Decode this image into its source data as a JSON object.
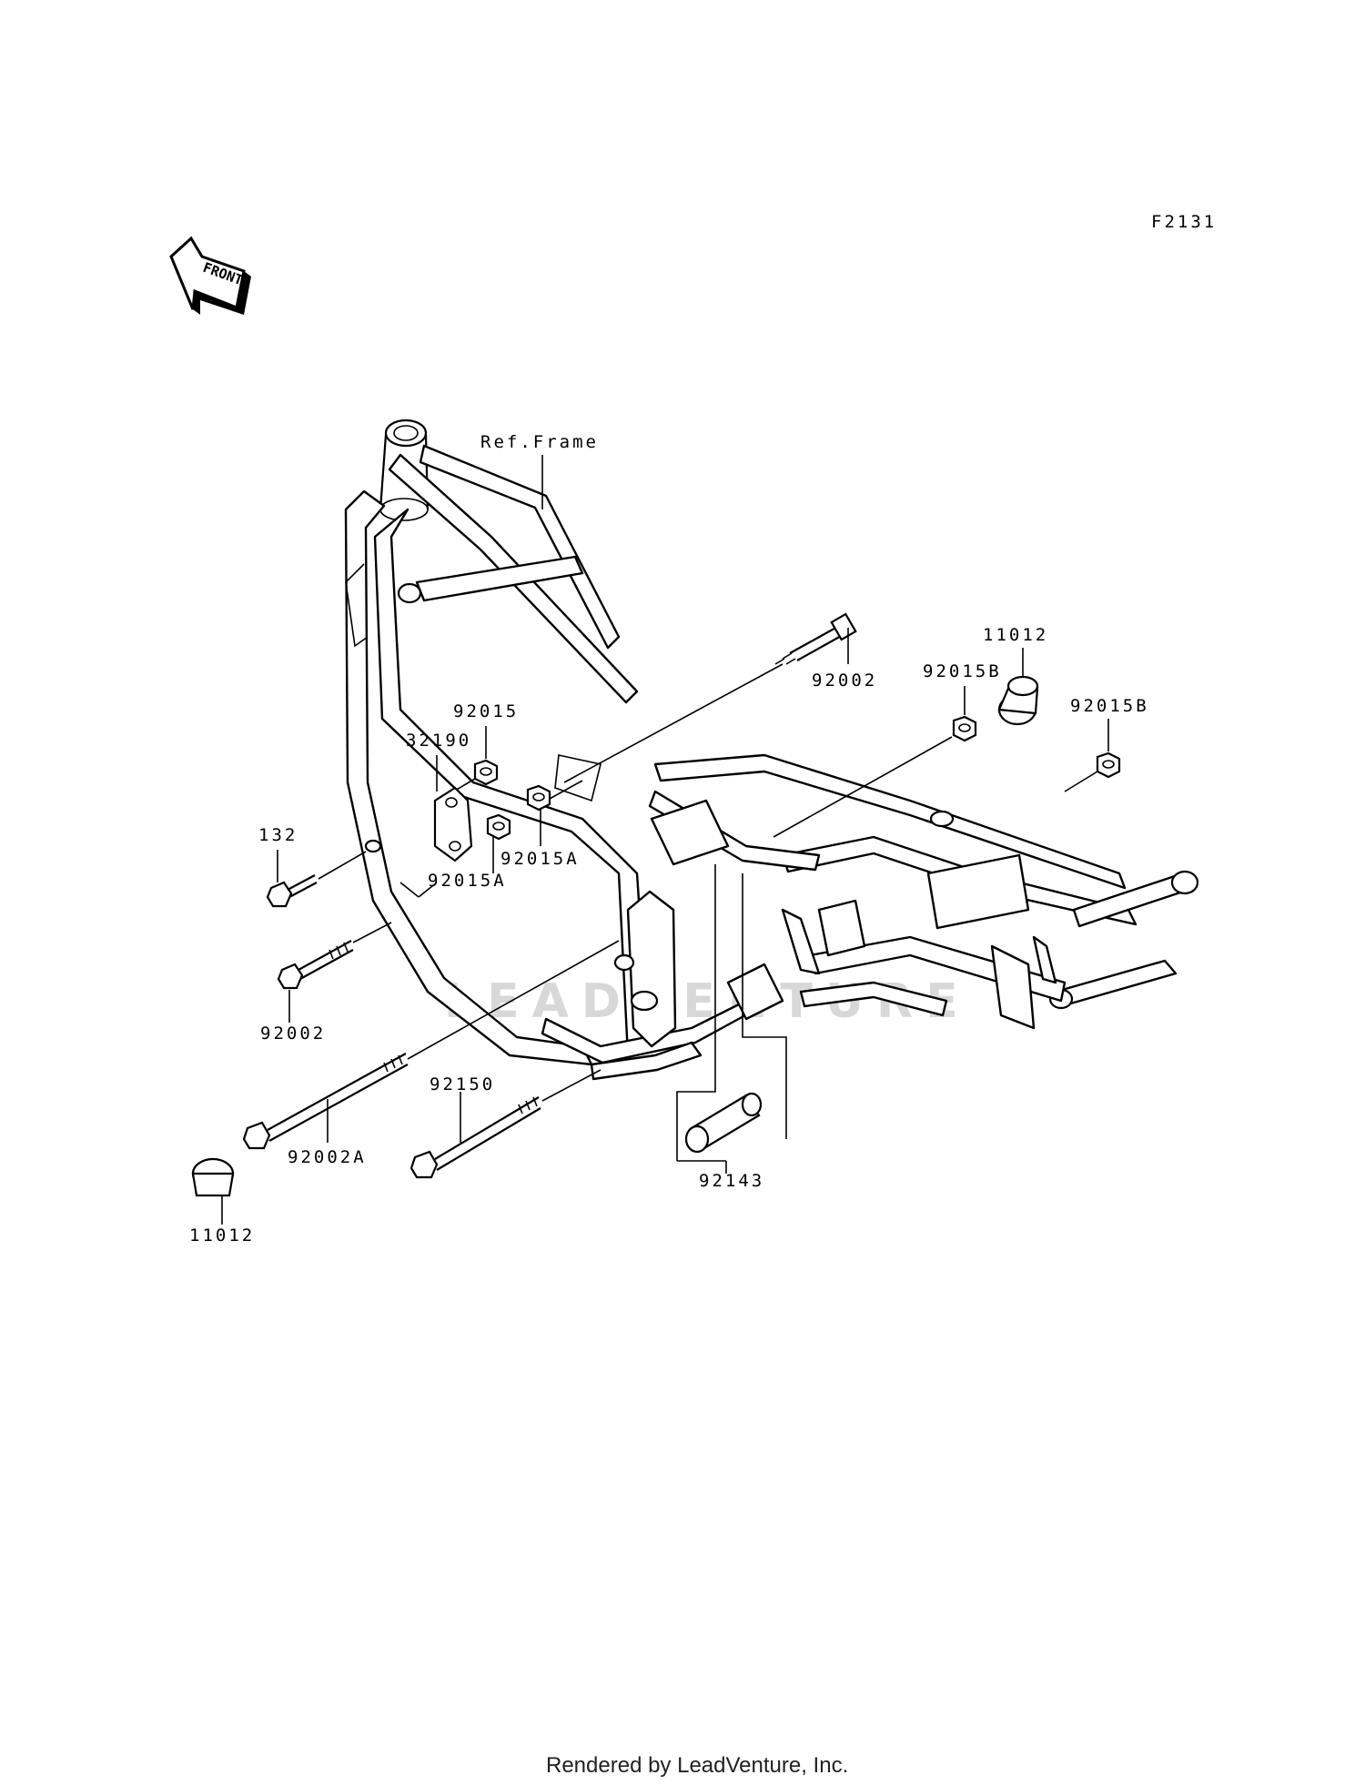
{
  "figure_code": "F2131",
  "front_label": "FRONT",
  "ref_label": "Ref.Frame",
  "watermark": "LEADVENTURE",
  "footer": "Rendered by LeadVenture, Inc.",
  "callouts": {
    "c11012_top": "11012",
    "c92002_top": "92002",
    "c92015B_a": "92015B",
    "c92015B_b": "92015B",
    "c92015": "92015",
    "c32190": "32190",
    "c132": "132",
    "c92015A_a": "92015A",
    "c92015A_b": "92015A",
    "c92002_left": "92002",
    "c92150": "92150",
    "c92002A": "92002A",
    "c92143": "92143",
    "c11012_bottom": "11012"
  }
}
